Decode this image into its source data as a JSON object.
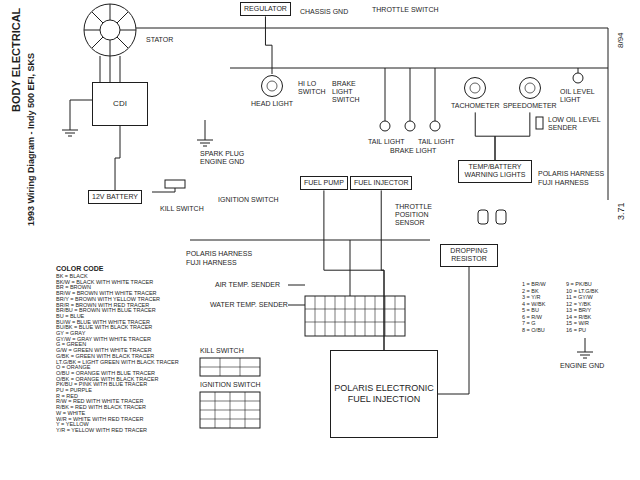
{
  "diagram": {
    "title": "BODY ELECTRICAL",
    "nodes": [
      {
        "text": [
          "CDI"
        ]
      },
      {
        "text": [
          "12V BATTERY"
        ]
      },
      {
        "text": [
          "REGULATOR"
        ]
      },
      {
        "text": [
          "HEAD LIGHT"
        ]
      },
      {
        "text": [
          "TACHOMETER"
        ]
      },
      {
        "text": [
          "SPEEDOMETER"
        ]
      },
      {
        "text": [
          "TEMP/BATTERY WARNING LIGHTS"
        ]
      },
      {
        "text": [
          "FUEL PUMP"
        ]
      },
      {
        "text": [
          "FUEL INJECTOR"
        ]
      },
      {
        "text": [
          "DROPPING RESISTOR"
        ]
      },
      {
        "text": [
          "POLARIS ELECTRONIC FUEL INJECTION"
        ]
      }
    ],
    "edges": [
      {
        "from": 0,
        "to": 1,
        "arrow": "none"
      },
      {
        "from": 2,
        "to": 3,
        "arrow": "none"
      },
      {
        "from": 4,
        "to": 6,
        "arrow": "none"
      },
      {
        "from": 5,
        "to": 6,
        "arrow": "none"
      },
      {
        "from": 7,
        "to": 10,
        "arrow": "none"
      },
      {
        "from": 8,
        "to": 10,
        "arrow": "none"
      },
      {
        "from": 9,
        "to": 10,
        "arrow": "none"
      }
    ],
    "labels": [
      "1993 Wiring Diagram - Indy 500 EFI, SKS",
      "8/94",
      "3.71",
      "STATOR",
      "CHASSIS GND",
      "THROTTLE SWITCH",
      "HI LO SWITCH",
      "BRAKE LIGHT SWITCH",
      "TAIL LIGHT",
      "BRAKE LIGHT",
      "TAIL LIGHT",
      "OIL LEVEL LIGHT",
      "LOW OIL LEVEL SENDER",
      "SPARK PLUG ENGINE GND",
      "KILL SWITCH",
      "IGNITION SWITCH",
      "POLARIS HARNESS",
      "FUJI HARNESS",
      "POLARIS HARNESS",
      "FUJI HARNESS",
      "AIR TEMP. SENDER",
      "WATER TEMP. SENDER",
      "THROTTLE POSITION SENSOR",
      "ENGINE GND",
      "KILL SWITCH",
      "IGNITION SWITCH",
      "COLOR CODE",
      "BK = BLACK",
      "BK/W = BLACK WITH WHITE TRACER",
      "BR = BROWN",
      "BR/W = BROWN WITH WHITE TRACER",
      "BR/Y = BROWN WITH YELLOW TRACER",
      "BR/R = BROWN WITH RED TRACER",
      "BR/BU = BROWN WITH BLUE TRACER",
      "BU = BLUE",
      "BU/W = BLUE WITH WHITE TRACER",
      "BU/BK = BLUE WITH BLACK TRACER",
      "GY = GRAY",
      "GY/W = GRAY WITH WHITE TRACER",
      "G = GREEN",
      "G/W = GREEN WITH WHITE TRACER",
      "G/BK = GREEN WITH BLACK TRACER",
      "LT.G/BK = LIGHT GREEN WITH BLACK TRACER",
      "O = ORANGE",
      "O/BU = ORANGE WITH BLUE TRACER",
      "O/BK = ORANGE WITH BLACK TRACER",
      "PK/BU = PINK WITH BLUE TRACER",
      "PU = PURPLE",
      "R = RED",
      "R/W = RED WITH WHITE TRACER",
      "R/BK = RED WITH BLACK TRACER",
      "W = WHITE",
      "W/R = WHITE WITH RED TRACER",
      "Y = YELLOW",
      "Y/R = YELLOW WITH RED TRACER",
      "1 = BR/W",
      "2 = BK",
      "3 = Y/R",
      "4 = W/BK",
      "5 = BU",
      "6 = R/W",
      "7 = G",
      "8 = O/BU",
      "9 = PK/BU",
      "10 = LT.G/BK",
      "11 = GY/W",
      "12 = Y/BK",
      "13 = BR/Y",
      "14 = R/BK",
      "15 = W/R",
      "16 = PU"
    ]
  }
}
